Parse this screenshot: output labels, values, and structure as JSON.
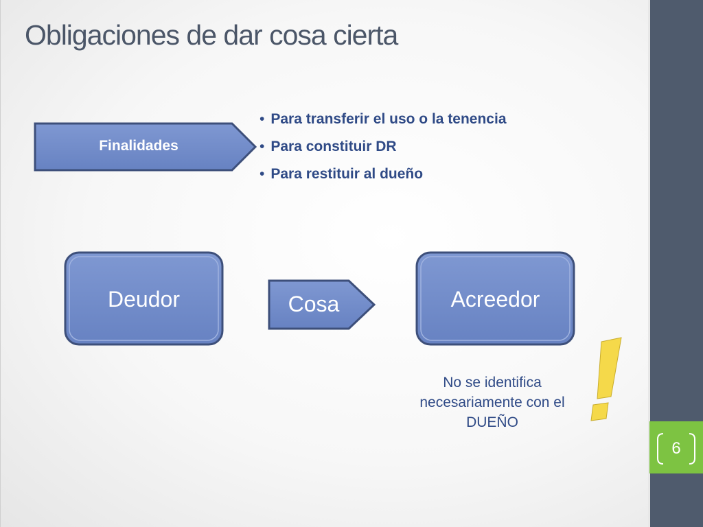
{
  "slide": {
    "title": "Obligaciones de dar cosa cierta",
    "page_number": "6"
  },
  "finalidades": {
    "label": "Finalidades",
    "items": [
      "Para transferir el uso o la tenencia",
      "Para constituir DR",
      "Para restituir al dueño"
    ]
  },
  "diagram": {
    "debtor": "Deudor",
    "thing": "Cosa",
    "creditor": "Acreedor"
  },
  "note": {
    "lines": [
      "No se identifica",
      "necesariamente con el",
      "DUEÑO"
    ],
    "warning_icon": "exclamation-icon"
  },
  "colors": {
    "shape_fill": "#6f8bc8",
    "shape_border": "#3d4f7a",
    "text_blue": "#2f4a86",
    "rail": "#4f5b6d",
    "page_badge": "#7dc342",
    "exclamation": "#f5d94a"
  }
}
